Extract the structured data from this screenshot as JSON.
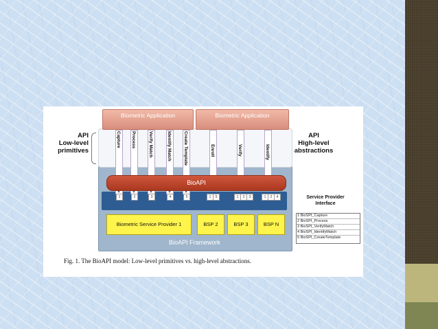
{
  "colors": {
    "background": "#cddff2",
    "side_bar": "#4a3f2c",
    "side_accent_light": "#bdb67c",
    "side_accent_dark": "#7f8653",
    "app_box": "#e5a290",
    "bioapi_bar": "#bf4a30",
    "framework": "#9fb6cc",
    "spi_band": "#2d5d93",
    "bsp": "#fef44b"
  },
  "diagram": {
    "left_label_lines": [
      "API",
      "Low-level",
      "primitives"
    ],
    "right_label_lines": [
      "API",
      "High-level",
      "abstractions"
    ],
    "spi_label_lines": [
      "Service Provider",
      "Interface"
    ],
    "apps": [
      "Biometric Application",
      "Biometric Application"
    ],
    "low_level_calls": [
      "Capture",
      "Process",
      "Verify Match",
      "Identify Match",
      "Create Template"
    ],
    "low_level_numbers": [
      "1",
      "2",
      "3",
      "4",
      "5"
    ],
    "high_level_calls": [
      "Enroll",
      "Verify",
      "Identify"
    ],
    "high_level_numbers": [
      [
        "1",
        "5"
      ],
      [
        "1",
        "2",
        "3"
      ],
      [
        "1",
        "2",
        "4"
      ]
    ],
    "bioapi_label": "BioAPI",
    "framework_label": "BioAPI Framework",
    "bsps": [
      "Biometric Service Provider 1",
      "BSP 2",
      "BSP 3",
      "BSP N"
    ],
    "legend": [
      "BioSPI_Capture",
      "BioSPI_Process",
      "BioSPI_VerifyMatch",
      "BioSPI_IdentifyMatch",
      "BioSPI_CreateTemplate"
    ],
    "caption": "Fig. 1. The BioAPI model: Low-level primitives vs. high-level abstractions."
  }
}
